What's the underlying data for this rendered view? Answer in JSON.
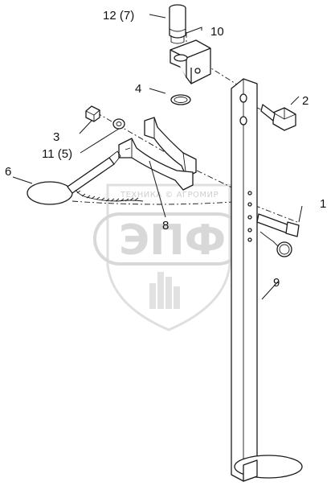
{
  "callouts": {
    "c1": "1",
    "c2": "2",
    "c3": "3",
    "c4": "4",
    "c6": "6",
    "c8": "8",
    "c9": "9",
    "c10": "10",
    "c11": "11 (5)",
    "c12": "12 (7)"
  },
  "watermark": {
    "tagline": "ТЕХНИКА  ©  АГРОМИР",
    "logo": "ЭПФ",
    "color": "#d4d4d4"
  }
}
